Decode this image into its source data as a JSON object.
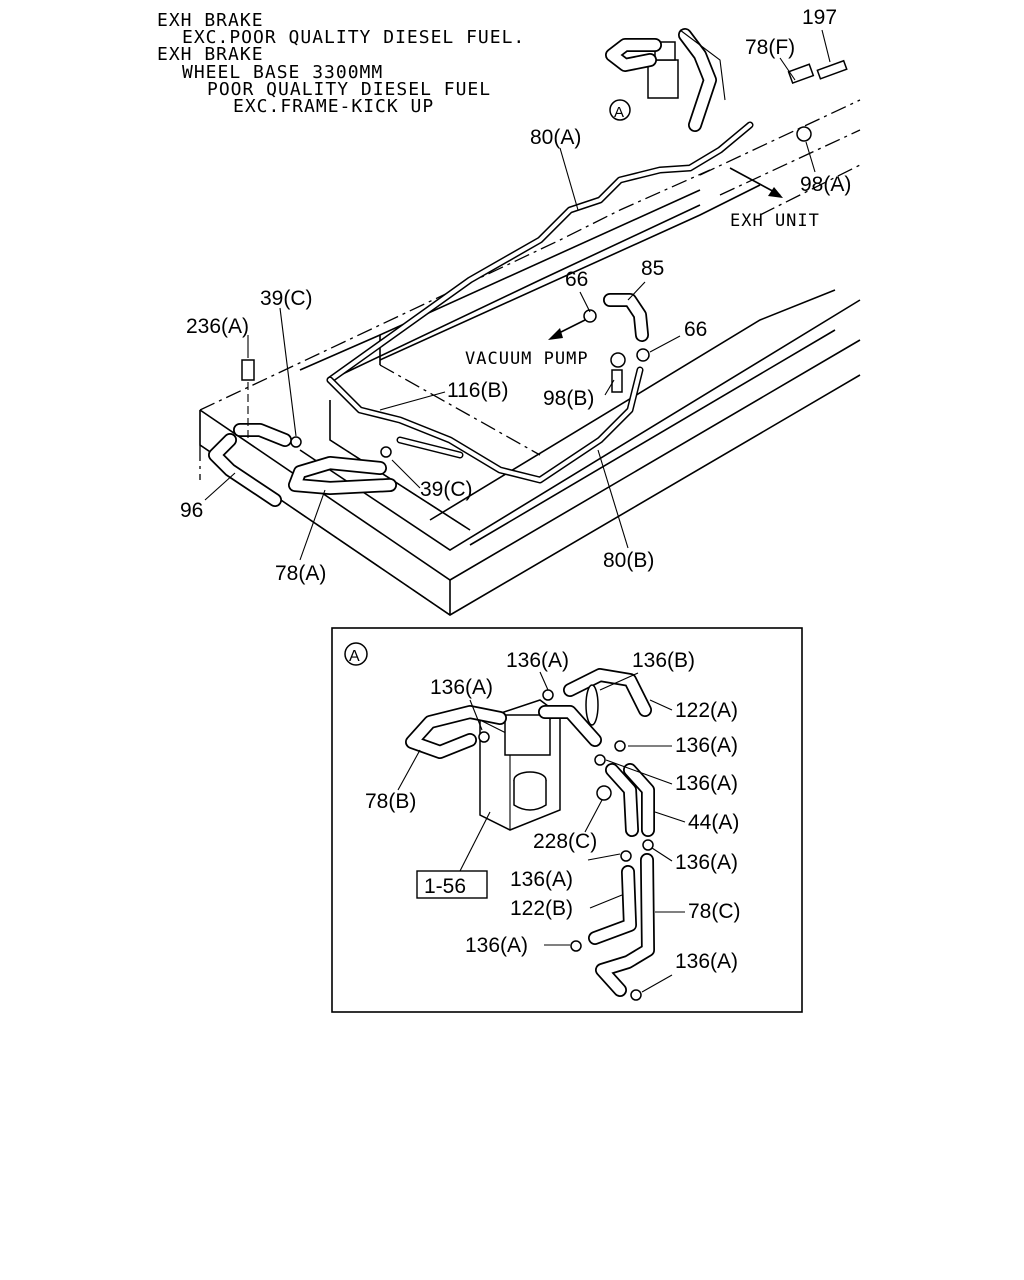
{
  "header": {
    "lines": [
      "EXH BRAKE",
      "EXC.POOR QUALITY DIESEL FUEL.",
      "EXH BRAKE",
      "WHEEL BASE 3300MM",
      "POOR QUALITY DIESEL FUEL",
      "EXC.FRAME-KICK UP"
    ]
  },
  "notes": {
    "exh_unit": "EXH UNIT",
    "vacuum_pump": "VACUUM PUMP"
  },
  "callouts": {
    "c197": "197",
    "c78f": "78(F)",
    "c98a": "98(A)",
    "c80a": "80(A)",
    "c85": "85",
    "c66a": "66",
    "c66b": "66",
    "c39c_top": "39(C)",
    "c236a": "236(A)",
    "c116b": "116(B)",
    "c98b": "98(B)",
    "c39c_low": "39(C)",
    "c96": "96",
    "c78a": "78(A)",
    "c80b": "80(B)",
    "circle_a_top": "A"
  },
  "detail": {
    "circle_a": "A",
    "ref_box": "1-56",
    "labels": {
      "l136a_1": "136(A)",
      "l136b": "136(B)",
      "l136a_2": "136(A)",
      "l122a": "122(A)",
      "l136a_3": "136(A)",
      "l136a_4": "136(A)",
      "l78b": "78(B)",
      "l44a": "44(A)",
      "l228c": "228(C)",
      "l136a_5": "136(A)",
      "l136a_6": "136(A)",
      "l122b": "122(B)",
      "l78c": "78(C)",
      "l136a_7": "136(A)",
      "l136a_8": "136(A)"
    }
  }
}
